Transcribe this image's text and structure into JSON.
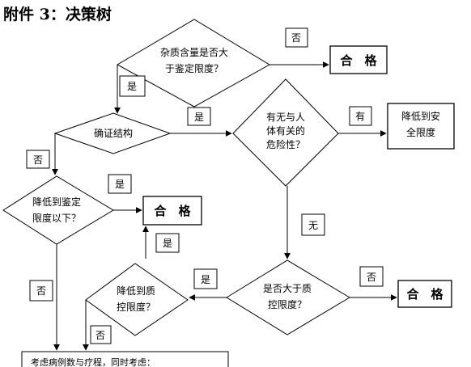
{
  "heading": "附件 3：决策树",
  "decisions": {
    "impurity_exceeds_identification_limit": [
      "杂质含量是否大",
      "于鉴定限度？"
    ],
    "identify_structure": [
      "确证结构"
    ],
    "human_health_hazard": [
      "有无与人",
      "体有关的",
      "危险性？"
    ],
    "reduce_to_identification_limit": [
      "降低到鉴定",
      "限度以下？"
    ],
    "exceeds_qualification_limit": [
      "是否大于质",
      "控限度？"
    ],
    "reduce_to_qualification_limit": [
      "降低到质",
      "控限度？"
    ]
  },
  "results": {
    "pass_top": "合　格",
    "pass_middle": "合　格",
    "pass_right": "合　格",
    "reduce_to_safe_limit": [
      "降低到安",
      "全限度"
    ],
    "consider_cases": "考虑病例数与疗程，同时考虑："
  },
  "edge_labels": {
    "no_top": "否",
    "yes_to_structure": "是",
    "yes_to_hazard": "是",
    "has_hazard": "有",
    "no_left": "否",
    "yes_reduce_pass": "是",
    "yes_from_bottom_left": "是",
    "none_hazard": "无",
    "no_right": "否",
    "yes_to_reduce_qual": "是",
    "no_far_left": "否",
    "no_bottom": "否"
  }
}
